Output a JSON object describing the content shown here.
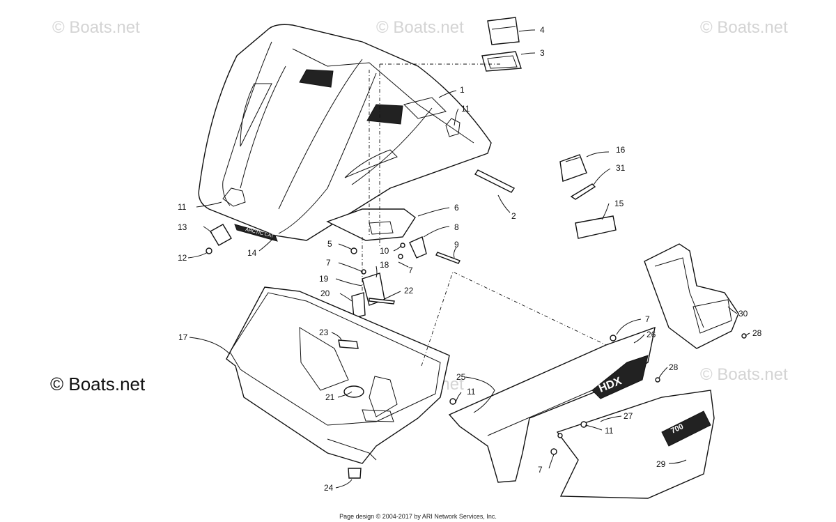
{
  "watermark": "© Boats.net",
  "brand_label": "© Boats.net",
  "footer": "Page design © 2004-2017 by ARI Network Services, Inc.",
  "hood_decal_text": "ARCTIC CAT",
  "side_decal_text": "HDX",
  "lower_decal_text": "700",
  "callouts": [
    "1",
    "2",
    "3",
    "4",
    "5",
    "6",
    "7",
    "8",
    "9",
    "10",
    "11",
    "12",
    "13",
    "14",
    "15",
    "16",
    "17",
    "18",
    "19",
    "20",
    "21",
    "22",
    "23",
    "24",
    "25",
    "26",
    "27",
    "28",
    "29",
    "30",
    "31"
  ],
  "callouts_repeated": {
    "7": [
      "7",
      "7",
      "7",
      "7"
    ],
    "11": [
      "11",
      "11",
      "11",
      "11"
    ],
    "28": [
      "28",
      "28"
    ]
  }
}
